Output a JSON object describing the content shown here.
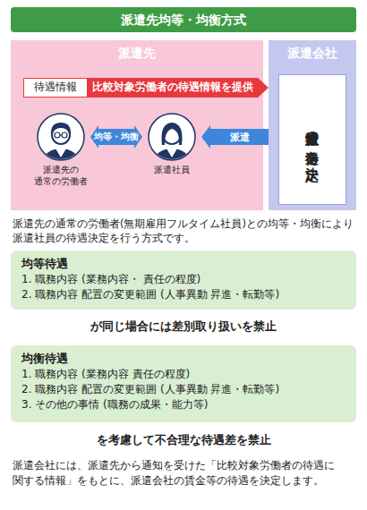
{
  "diagram": {
    "title": "派遣先均等・均衡方式",
    "nodes": [
      {
        "text": [
          "派遣先"
        ]
      },
      {
        "text": [
          "待遇情報"
        ],
        "in": 0
      },
      {
        "text": [
          "派遣先の 通常の労働者"
        ],
        "in": 0
      },
      {
        "text": [
          "派遣社員"
        ],
        "in": 0
      },
      {
        "text": [
          "派遣会社"
        ]
      },
      {
        "text": [
          "派遣社員の 待遇を決定"
        ],
        "in": 4
      },
      {
        "text": [
          "均等待遇",
          "1. 職務内容 (業務内容・ 責任の程度)",
          "2. 職務内容 配置の変更範囲 (人事異動 昇進・転勤等)"
        ]
      },
      {
        "text": [
          "均衡待遇",
          "1. 職務内容 (業務内容 責任の程度)",
          "2. 職務内容 配置の変更範囲 (人事異動 昇進・転勤等)",
          "3. その他の事情 (職務の成果・能力等)"
        ]
      }
    ],
    "edges": [
      {
        "from": 1,
        "to": 4,
        "label": "比較対象労働者の待遇情報を提供",
        "arrow": "to"
      },
      {
        "from": 2,
        "to": 3,
        "label": "均等・均衡",
        "arrow": "both"
      },
      {
        "from": 4,
        "to": 3,
        "label": "派遣",
        "arrow": "to"
      }
    ],
    "labels": [
      "派遣先の通常の労働者(無期雇用フルタイム社員)との均等・均衡により 派遣社員の待遇決定を行う方式です。",
      "が同じ場合には差別取り扱いを禁止",
      "を考慮して不合理な待遇差を禁止",
      "派遣会社には、派遣先から通知を受けた「比較対象労働者の待遇に 関する情報」をもとに、派遣会社の賃金等の待遇を決定します。"
    ]
  }
}
